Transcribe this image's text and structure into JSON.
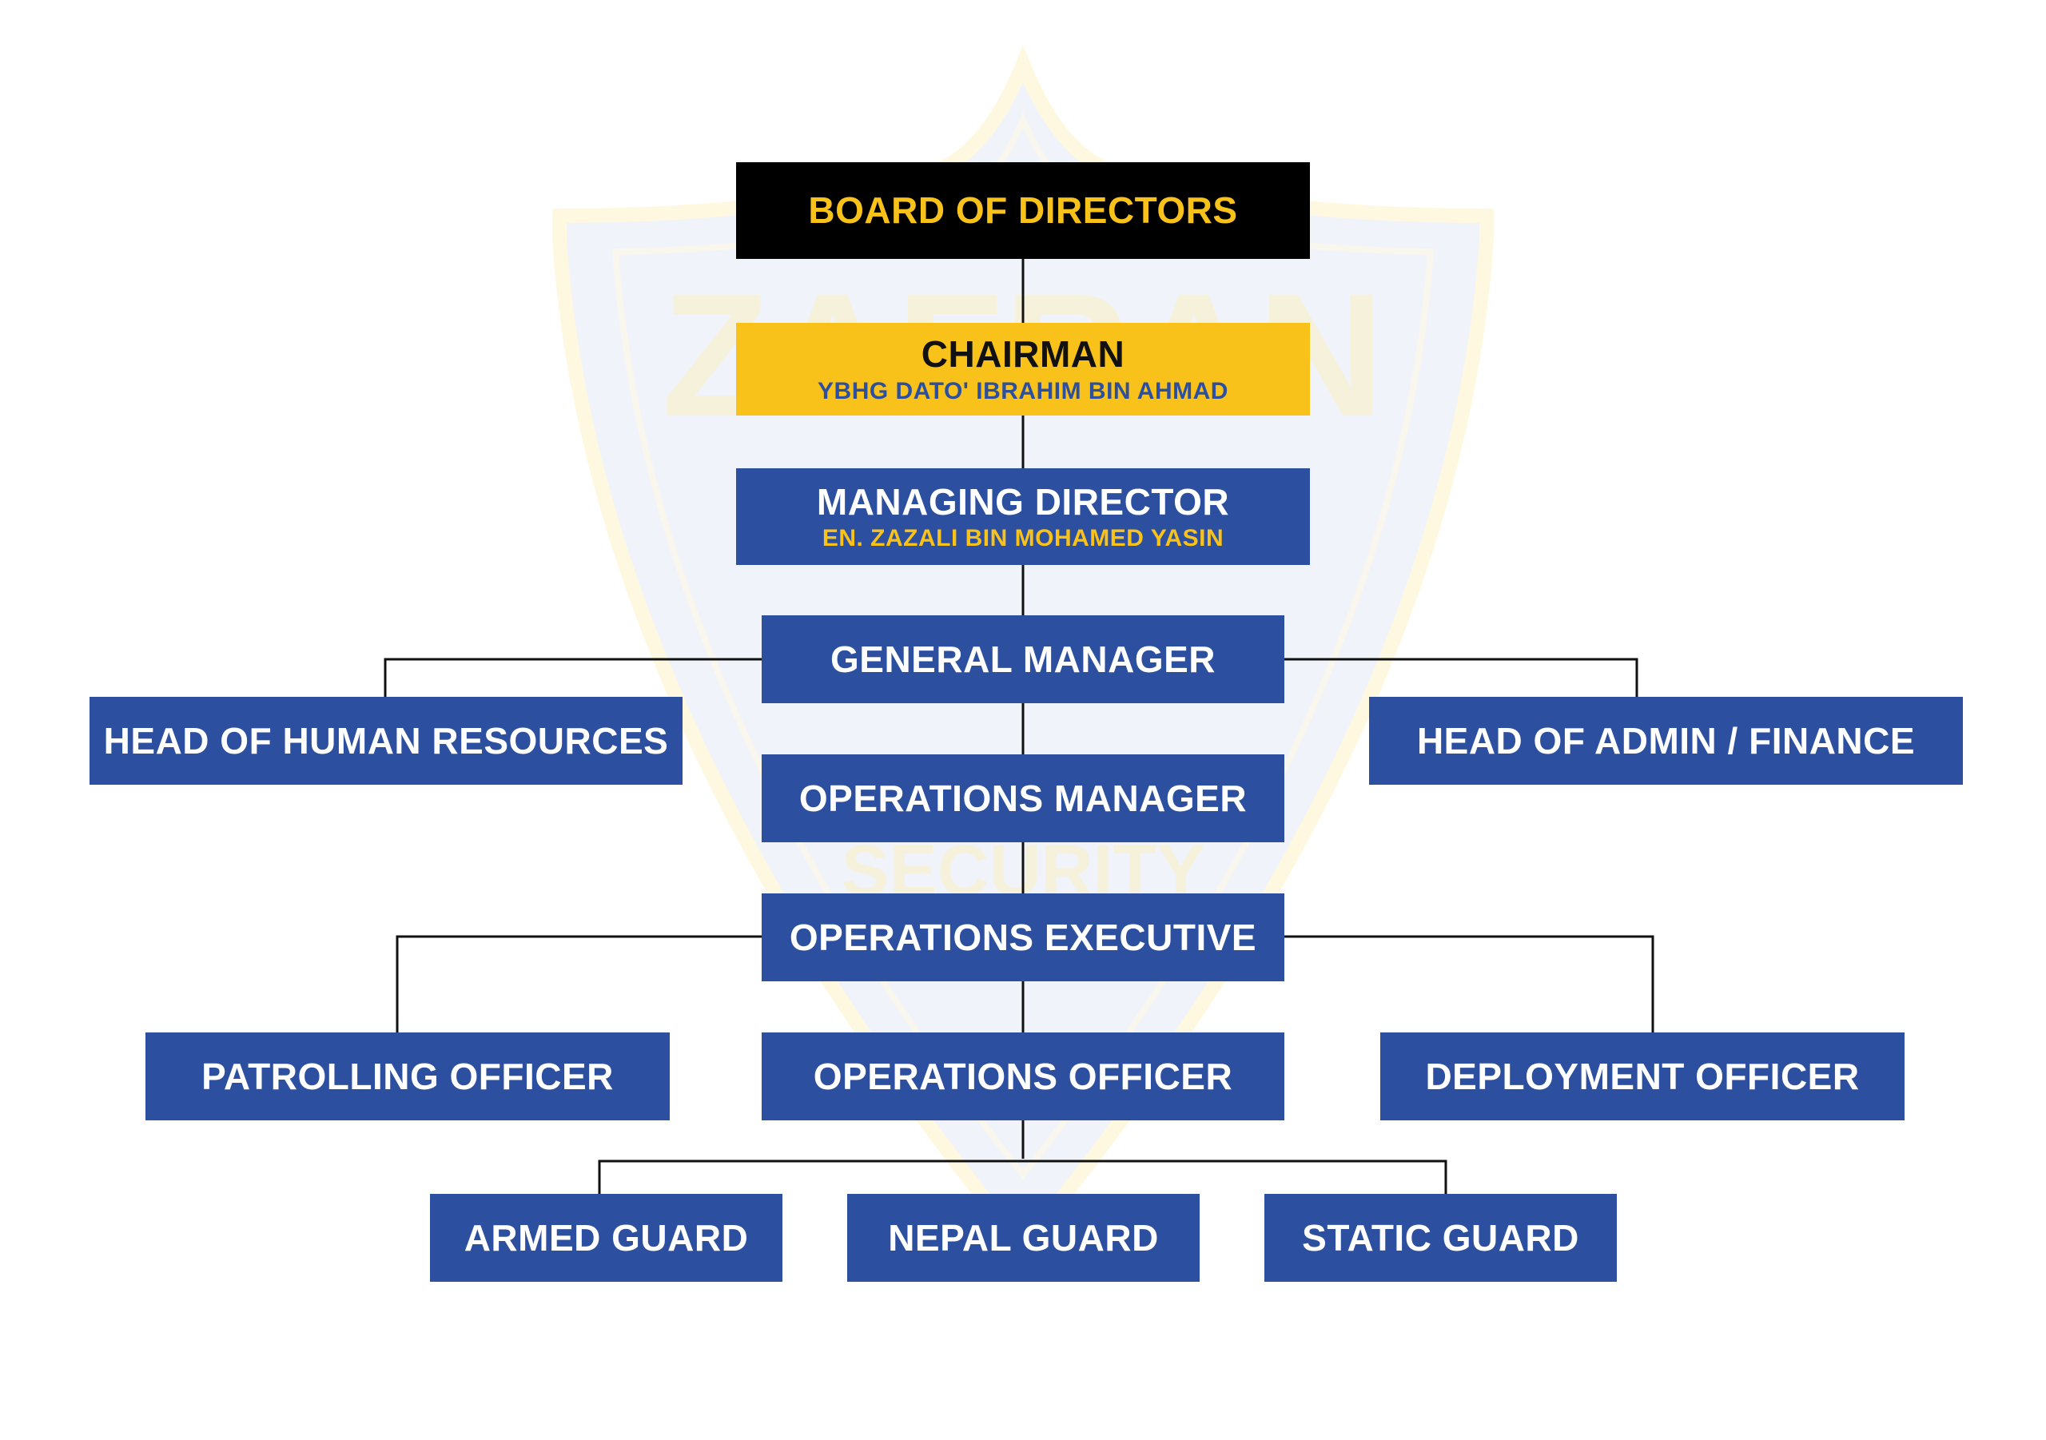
{
  "colors": {
    "blue": "#2c4f9f",
    "yellow": "#f8c21b",
    "black": "#000000",
    "line": "#111111",
    "watermark": "#e8edf6"
  },
  "watermark": {
    "icon": "shield-logo-watermark",
    "logo_lines": [
      "ZAFRAN",
      "SECURITY"
    ]
  },
  "board": {
    "title": "BOARD OF DIRECTORS"
  },
  "chairman": {
    "title": "CHAIRMAN",
    "name": "YBHG DATO' IBRAHIM BIN AHMAD"
  },
  "managing_director": {
    "title": "MANAGING DIRECTOR",
    "name": "EN. ZAZALI BIN MOHAMED YASIN"
  },
  "general_manager": {
    "title": "GENERAL MANAGER"
  },
  "head_hr": {
    "title": "HEAD OF HUMAN RESOURCES"
  },
  "head_admin": {
    "title": "HEAD OF ADMIN / FINANCE"
  },
  "operations_manager": {
    "title": "OPERATIONS MANAGER"
  },
  "operations_executive": {
    "title": "OPERATIONS EXECUTIVE"
  },
  "patrolling_officer": {
    "title": "PATROLLING OFFICER"
  },
  "operations_officer": {
    "title": "OPERATIONS OFFICER"
  },
  "deployment_officer": {
    "title": "DEPLOYMENT OFFICER"
  },
  "armed_guard": {
    "title": "ARMED GUARD"
  },
  "nepal_guard": {
    "title": "NEPAL GUARD"
  },
  "static_guard": {
    "title": "STATIC GUARD"
  }
}
